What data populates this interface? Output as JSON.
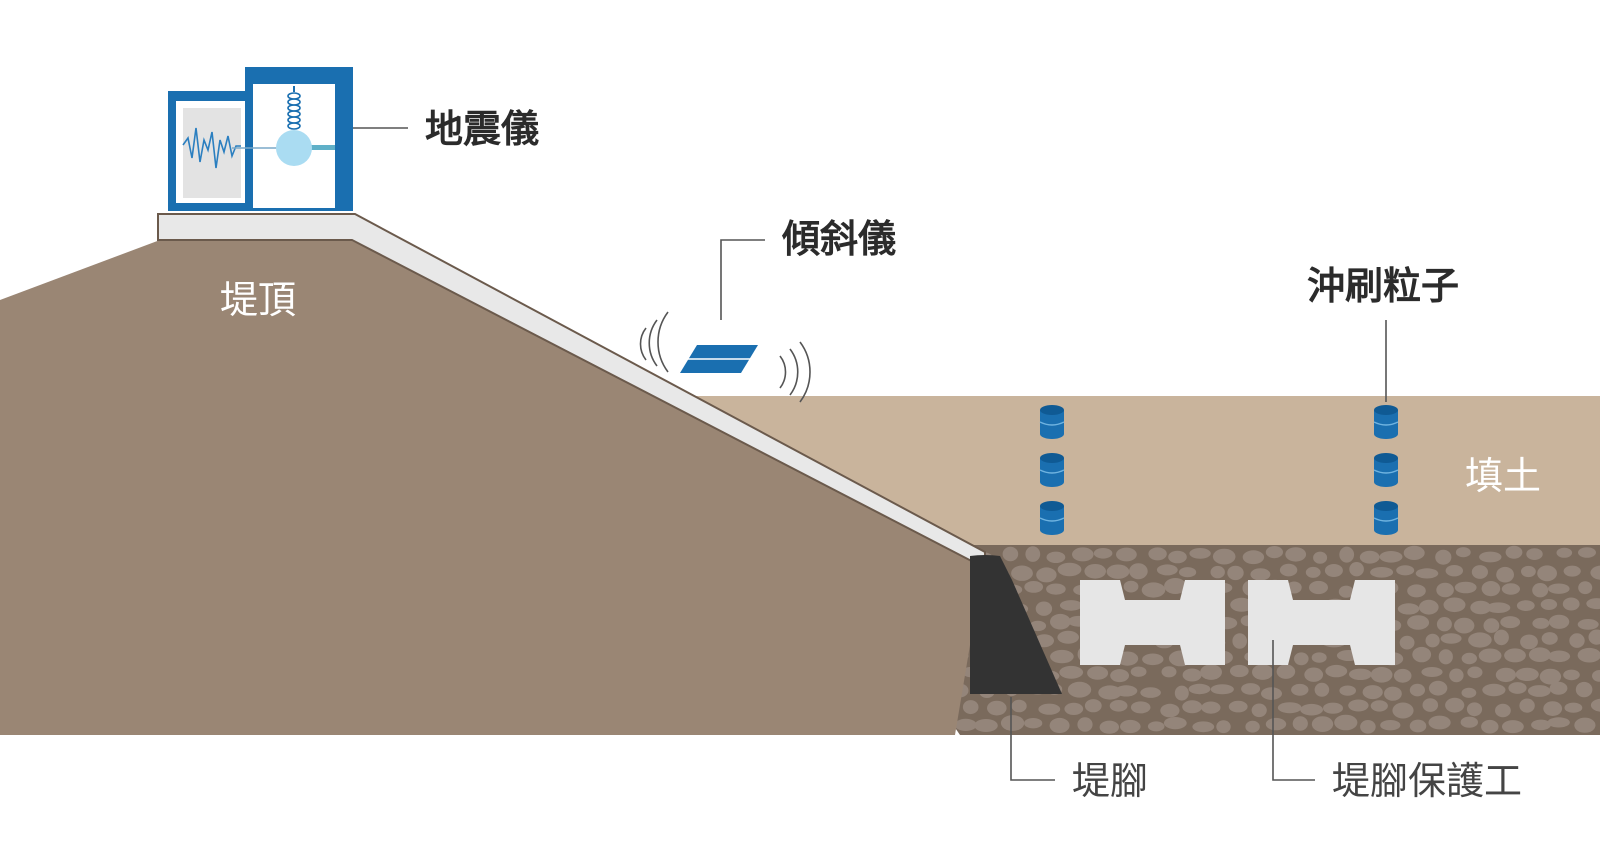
{
  "labels": {
    "seismometer": "地震儀",
    "inclinometer": "傾斜儀",
    "crest": "堤頂",
    "scour_particles": "沖刷粒子",
    "backfill": "填土",
    "toe": "堤腳",
    "toe_protection": "堤腳保護工"
  },
  "colors": {
    "embankment": "#9a8674",
    "backfill": "#c9b49c",
    "gravel_bed": "#7a6a5c",
    "pebble": "#94857a",
    "revetment": "#e8e8e8",
    "toe_block": "#333333",
    "sensor_blue": "#1a6fb0",
    "seismo_ball": "#aadcf2",
    "leader_line": "#555555"
  }
}
